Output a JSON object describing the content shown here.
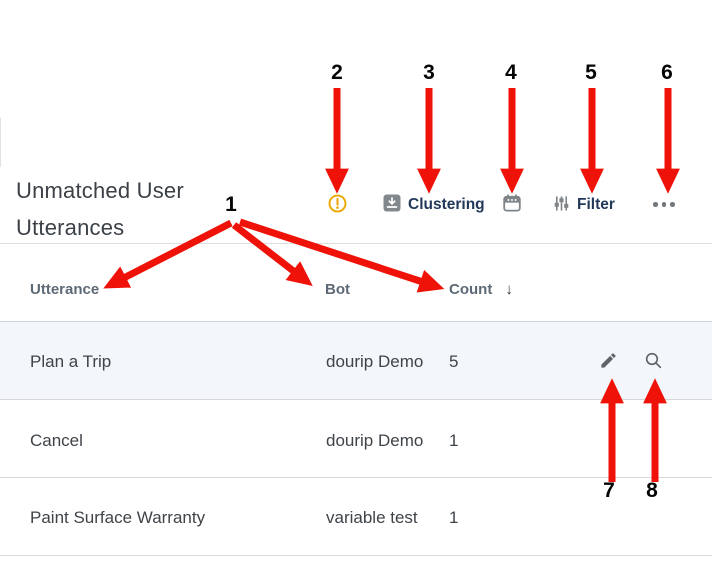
{
  "header": {
    "title": "Unmatched User Utterances"
  },
  "toolbar": {
    "warning": {
      "icon": "exclamation-circle-icon"
    },
    "clustering": {
      "icon": "download-box-icon",
      "label": "Clustering"
    },
    "calendar": {
      "icon": "calendar-icon"
    },
    "filter": {
      "icon": "sliders-icon",
      "label": "Filter"
    },
    "more": {
      "icon": "horizontal-ellipsis-icon"
    }
  },
  "table": {
    "columns": [
      {
        "label": "Utterance"
      },
      {
        "label": "Bot"
      },
      {
        "label": "Count",
        "sort_arrow": "↓",
        "sort_direction": "descending"
      }
    ],
    "rows": [
      {
        "utterance": "Plan a Trip",
        "bot": "dourip Demo",
        "count": "5",
        "highlighted": true,
        "actions": [
          {
            "icon": "edit-pencil-icon"
          },
          {
            "icon": "search-magnifier-icon"
          }
        ]
      },
      {
        "utterance": "Cancel",
        "bot": "dourip Demo",
        "count": "1",
        "highlighted": false
      },
      {
        "utterance": "Paint Surface Warranty",
        "bot": "variable test",
        "count": "1",
        "highlighted": false
      }
    ]
  },
  "annotations": {
    "numbers": [
      "1",
      "2",
      "3",
      "4",
      "5",
      "6",
      "7",
      "8"
    ],
    "arrow_color": "#ee1208"
  },
  "colors": {
    "warning_amber": "#eba600",
    "toolbar_text": "#23395b",
    "header_text": "#5d6a76",
    "cell_text": "#3f4449",
    "row_highlight": "#f3f6fb",
    "annotation_red": "#ee1208"
  }
}
